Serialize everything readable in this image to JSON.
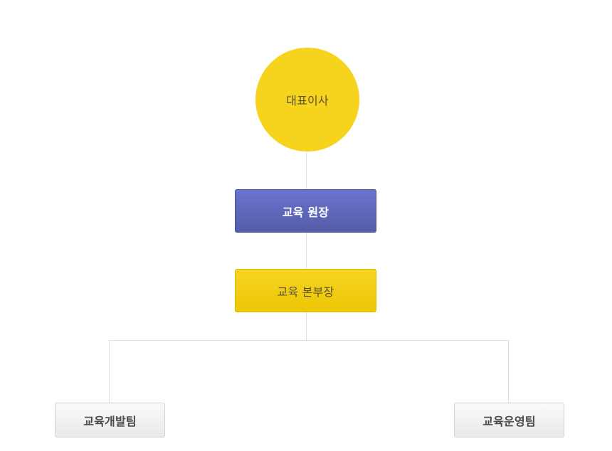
{
  "org_chart": {
    "ceo": {
      "label": "대표이사"
    },
    "director": {
      "label": "교육 원장"
    },
    "division_head": {
      "label": "교육 본부장"
    },
    "teams": [
      {
        "label": "교육개발팀"
      },
      {
        "label": "교육운영팀"
      }
    ]
  },
  "colors": {
    "ceo_fill": "#f6d31c",
    "director_fill": "#5d64b8",
    "division_head_fill": "#f2cd12",
    "team_fill": "#f0f0f0",
    "connector": "#dedede"
  }
}
